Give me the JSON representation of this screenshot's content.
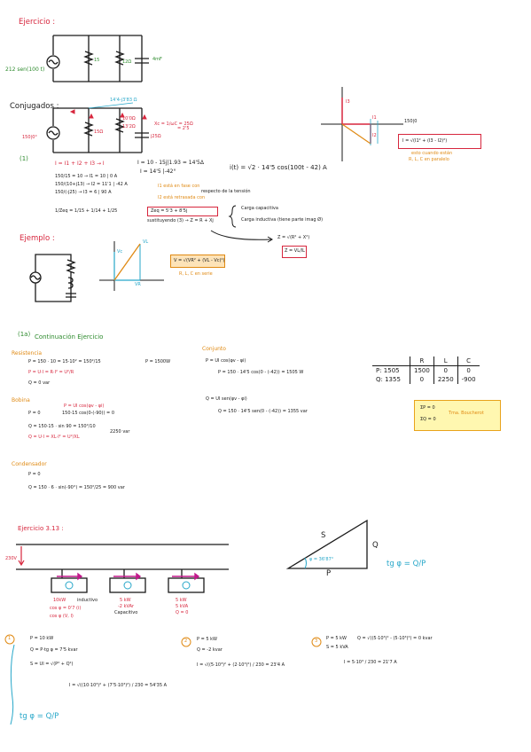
{
  "colors": {
    "red": "#d7263d",
    "black": "#1a1a1a",
    "green": "#2e8b2e",
    "cyan": "#27a7c9",
    "orange": "#e08a14",
    "magenta": "#c2188b",
    "yellow_box": "#fff7b0"
  },
  "header": {
    "title": "Ejercicio :",
    "source_label": "212 sen(100 t)",
    "r_label": "15",
    "z_label": "12Ω",
    "c_label": "4mF"
  },
  "sec_conjugados": {
    "title": "Conjugados :",
    "cur_top": "14'4-j3'83 Ω",
    "v_left": "150|0°",
    "r1_label": "15Ω",
    "r2_label": "10'0Ω",
    "r3_label": "13'2Ω",
    "x_label": "j25Ω",
    "eq_xc": "Xc = 1/ωC = 25Ω",
    "eq_xc2": "= 2'5",
    "num_badge": "(1)",
    "eq_i1": "I = I1 + I2 + I3 → I",
    "eq_i2": "I = 10 - 15j|1.93 = 14'5Δ",
    "eq_i3": "I = 14'5 |-42°",
    "rows": [
      "150/15 = 10 → I1 = 10 | 0 A",
      "150/(10+j13) → I2 = 11'1 | -42 A",
      "150/(-j25) → I3 = 6 | 90 A"
    ],
    "note1": "I1 está en fase con",
    "note2": "I2 está retrasada con",
    "note3": "respecto de la tensión",
    "eqZ": "1/Zeq = 1/15 + 1/14 + 1/25",
    "box_eq": "Zeq = 5'3 + 8'5j",
    "sust": "sustituyendo (3) → Z = R + Xj",
    "i_t": "i(t) = √2 · 14'5 cos(100t - 42) A",
    "carga1": "Carga capacitiva",
    "carga2": "Carga inductiva (tiene parte imag Ø)",
    "phasor_v": "150|0",
    "phasor_i3": "I3",
    "phasor_i1": "I1",
    "phasor_i2": "I2",
    "phasor_formula": "I = √(I1² + (I3 - I2)²)",
    "phasor_note1": "esto cuando están",
    "phasor_note2": "R, L, C en paralelo"
  },
  "sec_ejemplo": {
    "title": "Ejemplo :",
    "vl": "VL",
    "vc": "Vc",
    "vr": "VR",
    "box_formula": "V = √(VR² + (VL - Vc)²)",
    "note": "R, L, C en serie",
    "mag_formula": "Z = √(R² + X²)",
    "mag_box": "Z = VL/IL"
  },
  "sec_cont": {
    "num": "(1a)",
    "title": "Continuación Ejercicio",
    "resistencia": "Resistencia",
    "r_p1": "P = 150 · 10 = 15·10² = 150²/15",
    "r_p2": "P = U·I = R·I² = U²/R",
    "r_pval": "P = 1500W",
    "r_q": "Q = 0 var",
    "bobina": "Bobina",
    "b_p": "P = 0",
    "b_p2": "P = UI cos(φv - φi)",
    "b_p3": "150·15 cos(0-(-90)) = 0",
    "b_q1": "Q = 150·15 · sin 90 = 150²/10",
    "b_q2": "Q = U·I = XL·I² = U²/XL",
    "b_qval": "2250 var",
    "condensador": "Condensador",
    "c_p": "P = 0",
    "c_q": "Q = 150 · 6 · sin(-90°) = 150²/25 = 900 var",
    "conjunto": "Conjunto",
    "j_p1": "P = UI cos(φv - φi)",
    "j_p2": "P = 150 · 14'5 cos(0 - (-42)) = 1505 W",
    "j_q1": "Q = UI sen(φv - φi)",
    "j_q2": "Q = 150 · 14'5 sen(0 - (-42)) = 1355 var",
    "table": {
      "headers": [
        "",
        "R",
        "L",
        "C"
      ],
      "rows": [
        [
          "P: 1505",
          "1500",
          "0",
          "0"
        ],
        [
          "Q: 1355",
          "0",
          "2250",
          "-900"
        ]
      ]
    },
    "bouch1": "ΣP = 0",
    "bouch2": "ΣQ = 0",
    "bouch_label": "Tma. Boucherot"
  },
  "sec_ej313": {
    "title": "Ejercicio 3.13 :",
    "volt": "230V",
    "load1": "10kW",
    "load1b": "cos φ = 0'7 (i)",
    "load1c": "cos φ (V, I)",
    "load1d": "inductivo",
    "load2a": "5 kW",
    "load2b": "-2 kVAr",
    "load2c": "Capacitivo",
    "load3a": "5 kW",
    "load3b": "5 kVA",
    "load3c": "Q = 0",
    "tri_s": "S",
    "tri_q": "Q",
    "tri_p": "P",
    "tri_angle": "φ = 36'87°",
    "tg1": "tg φ = Q/P",
    "n1": "1",
    "n2": "2",
    "n3": "3",
    "s1a": "P = 10 kW",
    "s1b": "Q = P·tg φ = 7'5 kvar",
    "s1c": "S = UI = √(P² + Q²)",
    "s1d": "I = √((10·10³)² + (7'5·10³)²) / 230 = 54'35 A",
    "s2a": "P = 5 kW",
    "s2b": "Q = -2 kvar",
    "s2c": "I = √((5·10³)² + (2·10³)²) / 230 = 23'4 A",
    "s3a": "P = 5 kW",
    "s3b": "S = 5 kVA",
    "s3c": "Q = √((5·10³)² - (5·10³)²) = 0 kvar",
    "s3d": "I = 5·10³ / 230 = 21'7 A",
    "tg2": "tg φ = Q/P"
  }
}
